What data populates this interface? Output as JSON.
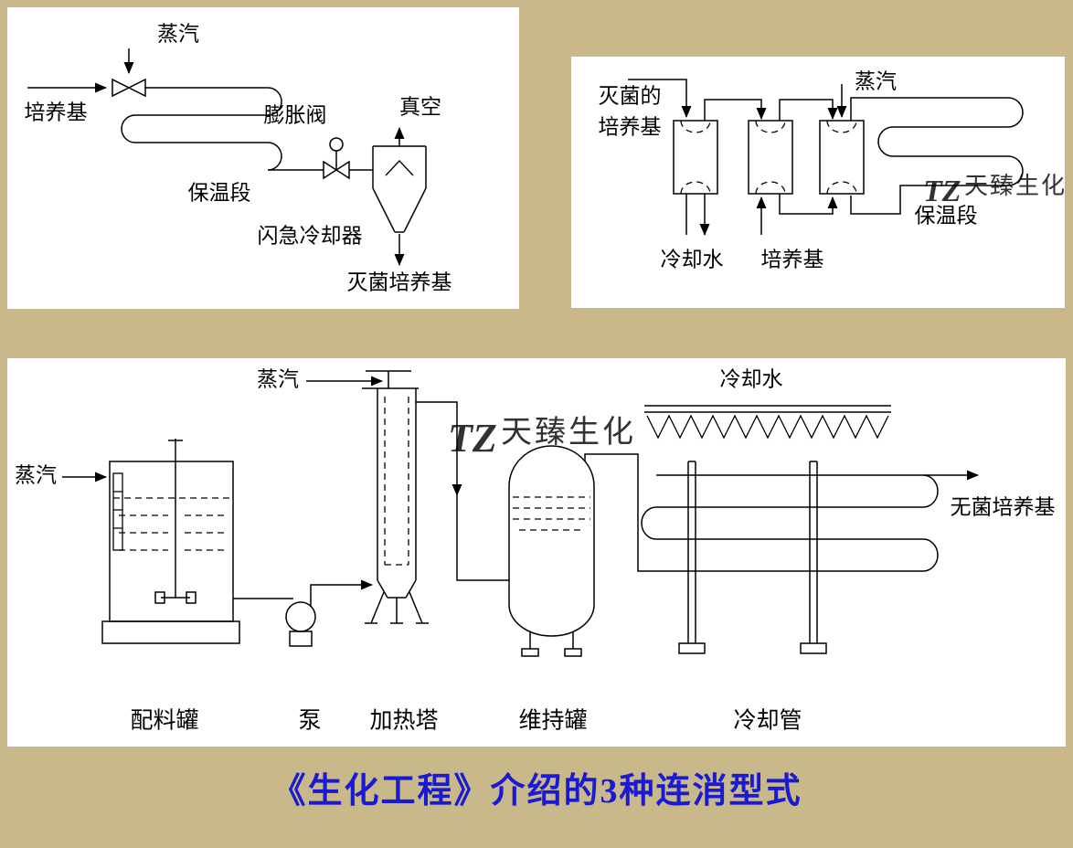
{
  "page": {
    "background": "#c9b88a",
    "panel_background": "#ffffff",
    "title": "《生化工程》介绍的3种连消型式",
    "title_color": "#1a1ad1"
  },
  "watermark": {
    "logo": "TZ",
    "text": "天臻生化",
    "logo_color": "#8fa6dc",
    "text_color": "#f2908c"
  },
  "diagram_flash": {
    "steam": "蒸汽",
    "medium": "培养基",
    "holding_section": "保温段",
    "expansion_valve": "膨胀阀",
    "vacuum": "真空",
    "flash_cooler": "闪急冷却器",
    "sterilized_medium": "灭菌培养基"
  },
  "diagram_plate": {
    "sterilized_medium_line1": "灭菌的",
    "sterilized_medium_line2": "培养基",
    "steam": "蒸汽",
    "cooling_water": "冷却水",
    "medium": "培养基",
    "holding_section": "保温段"
  },
  "diagram_continuous": {
    "steam_top": "蒸汽",
    "steam_left": "蒸汽",
    "cooling_water": "冷却水",
    "sterile_medium": "无菌培养基",
    "mixing_tank": "配料罐",
    "pump": "泵",
    "heating_tower": "加热塔",
    "holding_tank": "维持罐",
    "cooling_pipe": "冷却管"
  }
}
